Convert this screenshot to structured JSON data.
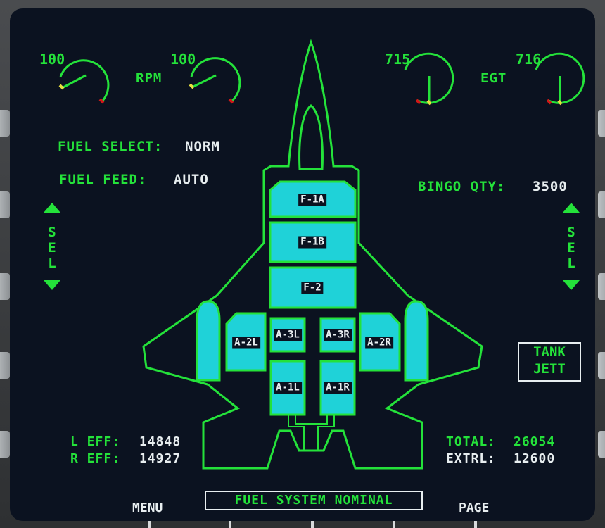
{
  "colors": {
    "primary_green": "#24e23a",
    "tank_fill": "#1fd2d8",
    "value_white": "#e8eef0",
    "warning_red": "#d01818",
    "marker_yellow": "#e8e040"
  },
  "engine": {
    "rpm_label": "RPM",
    "egt_label": "EGT",
    "rpm_left": "100",
    "rpm_right": "100",
    "egt_left": "715",
    "egt_right": "716"
  },
  "fuel_select": {
    "label": "FUEL SELECT:",
    "value": "NORM"
  },
  "fuel_feed": {
    "label": "FUEL FEED:",
    "value": "AUTO"
  },
  "bingo": {
    "label": "BINGO QTY:",
    "value": "3500"
  },
  "sel_left": [
    "S",
    "E",
    "L"
  ],
  "sel_right": [
    "S",
    "E",
    "L"
  ],
  "tanks": {
    "f1a": "F-1A",
    "f1b": "F-1B",
    "f2": "F-2",
    "a3l": "A-3L",
    "a3r": "A-3R",
    "a2l": "A-2L",
    "a2r": "A-2R",
    "a1l": "A-1L",
    "a1r": "A-1R"
  },
  "tank_jett": {
    "line1": "TANK",
    "line2": "JETT"
  },
  "efficiency": {
    "l_label": "L EFF:",
    "l_value": "14848",
    "r_label": "R EFF:",
    "r_value": "14927"
  },
  "totals": {
    "total_label": "TOTAL:",
    "total_value": "26054",
    "extrl_label": "EXTRL:",
    "extrl_value": "12600"
  },
  "status": "FUEL SYSTEM NOMINAL",
  "softkeys": {
    "menu": "MENU",
    "page": "PAGE"
  }
}
